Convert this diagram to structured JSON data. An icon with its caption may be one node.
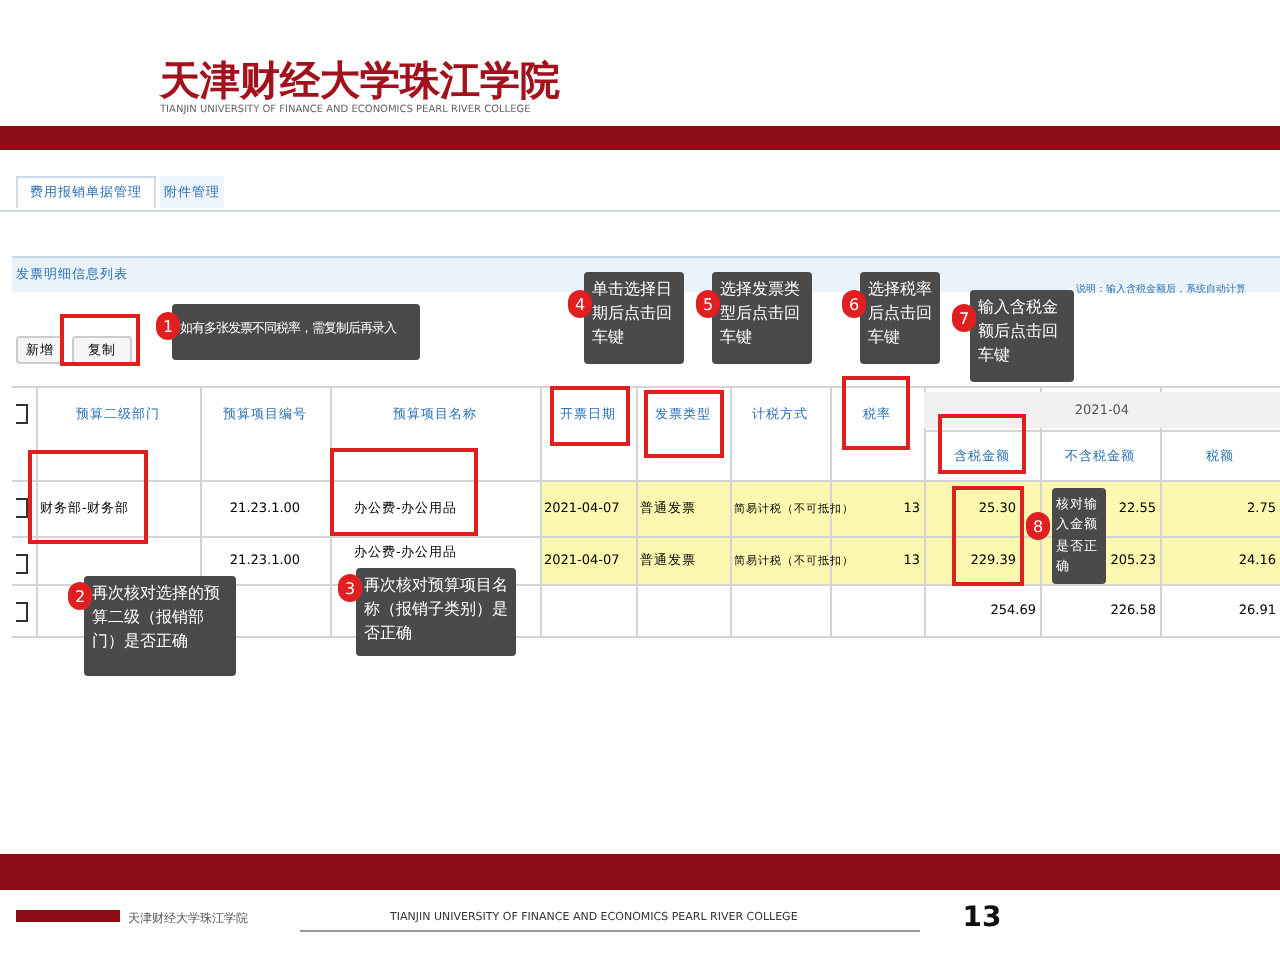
{
  "diagram": {
    "nodes": [
      {
        "text": [
          "如有多张发票不同税率，需复制后再录入"
        ],
        "beside": [
          "1"
        ]
      },
      {
        "text": [
          "再次核对选择的预算二级（报销部门）是否正确"
        ],
        "beside": [
          "2"
        ]
      },
      {
        "text": [
          "再次核对预算项目名称（报销子类别）是否正确"
        ],
        "beside": [
          "3"
        ]
      },
      {
        "text": [
          "单击选择日期后点击回车键"
        ],
        "beside": [
          "4"
        ]
      },
      {
        "text": [
          "选择发票类型后点击回车键"
        ],
        "beside": [
          "5"
        ]
      },
      {
        "text": [
          "选择税率后点击回车键"
        ],
        "beside": [
          "6"
        ]
      },
      {
        "text": [
          "输入含税金额后点击回车键"
        ],
        "beside": [
          "7"
        ]
      },
      {
        "text": [
          "核对输入金额是否正确"
        ],
        "beside": [
          "8"
        ]
      }
    ],
    "labels": [
      "天津财经大学珠江学院",
      "TIANJIN UNIVERSITY OF FINANCE AND ECONOMICS PEARL RIVER COLLEGE",
      "费用报销单据管理",
      "附件管理",
      "发票明细信息列表",
      "新增",
      "复制",
      "说明：输入含税金额后，系统自动计算",
      "预算二级部门",
      "预算项目编号",
      "预算项目名称",
      "开票日期",
      "发票类型",
      "计税方式",
      "税率",
      "2021-04",
      "含税金额",
      "不含税金额",
      "税额",
      "财务部-财务部",
      "21.23.1.00",
      "办公费-办公用品",
      "2021-04-07",
      "普通发票",
      "简易计税（不可抵扣）",
      "13",
      "25.30",
      "22.55",
      "2.75",
      "21.23.1.00",
      "办公费-办公用品",
      "2021-04-07",
      "普通发票",
      "简易计税（不可抵扣）",
      "13",
      "229.39",
      "205.23",
      "24.16",
      "254.69",
      "226.58",
      "26.91",
      "天津财经大学珠江学院",
      "TIANJIN UNIVERSITY OF FINANCE AND ECONOMICS PEARL RIVER COLLEGE",
      "13"
    ]
  }
}
